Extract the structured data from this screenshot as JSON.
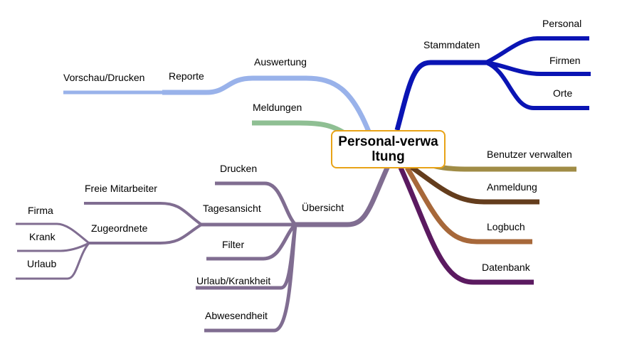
{
  "center": {
    "title": "Personal-verwa ltung",
    "border_color": "#e8a317"
  },
  "branches": {
    "auswertung": {
      "label": "Auswertung",
      "color": "#99b2ea",
      "children": {
        "reporte": "Reporte",
        "vorschau": "Vorschau/Drucken"
      }
    },
    "meldungen": {
      "label": "Meldungen",
      "color": "#8fbf93"
    },
    "uebersicht": {
      "label": "Übersicht",
      "color": "#806d91",
      "children": {
        "drucken": "Drucken",
        "tagesansicht": "Tagesansicht",
        "freie": "Freie Mitarbeiter",
        "zugeordnete": "Zugeordnete",
        "firma": "Firma",
        "krank": "Krank",
        "urlaub": "Urlaub",
        "filter": "Filter",
        "urlaubkrank": "Urlaub/Krankheit",
        "abwesend": "Abwesendheit"
      }
    },
    "stammdaten": {
      "label": "Stammdaten",
      "color": "#0a14b4",
      "children": {
        "personal": "Personal",
        "firmen": "Firmen",
        "orte": "Orte"
      }
    },
    "benutzer": {
      "label": "Benutzer verwalten",
      "color": "#a08c46"
    },
    "anmeldung": {
      "label": "Anmeldung",
      "color": "#643d1d"
    },
    "logbuch": {
      "label": "Logbuch",
      "color": "#a7683a"
    },
    "datenbank": {
      "label": "Datenbank",
      "color": "#5b1a60"
    }
  }
}
